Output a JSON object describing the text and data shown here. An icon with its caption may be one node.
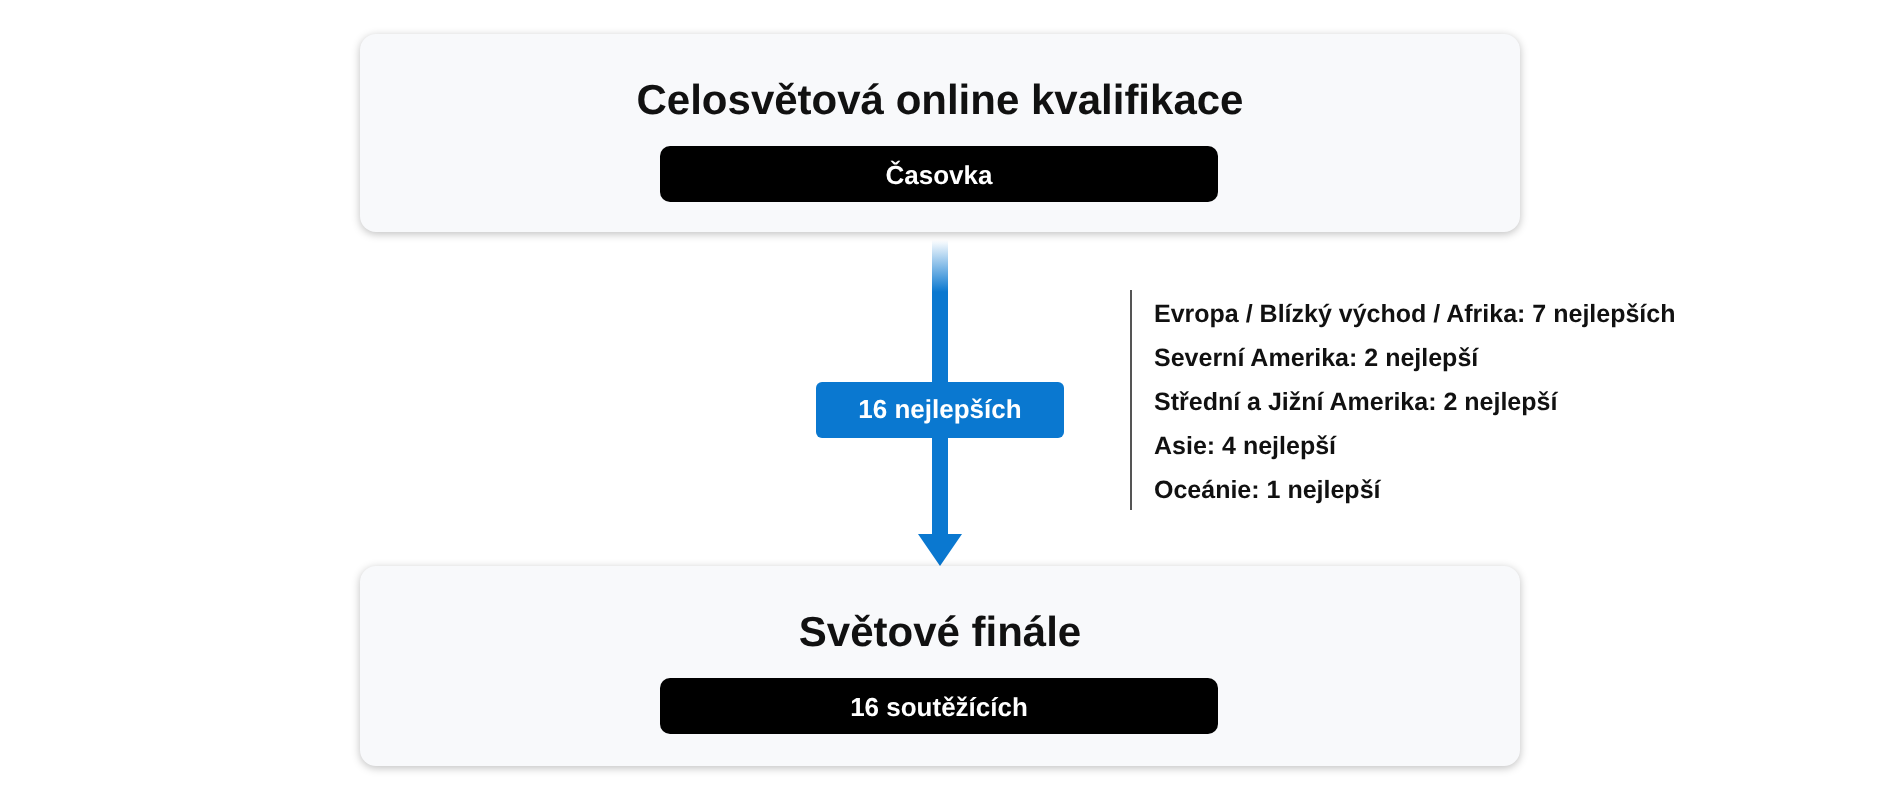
{
  "diagram": {
    "nodes": [
      {
        "text": [
          "Celosvětová online kvalifikace"
        ]
      },
      {
        "text": [
          "Časovka"
        ],
        "in": 0
      },
      {
        "text": [
          "Světové finále"
        ]
      },
      {
        "text": [
          "16 soutěžících"
        ],
        "in": 2
      }
    ],
    "edges": [
      {
        "from": 0,
        "to": 2,
        "arrow": "to",
        "label": "16 nejlepších"
      }
    ],
    "labels": [
      "Evropa / Blízký východ / Afrika: 7 nejlepších",
      "Severní Amerika: 2 nejlepší",
      "Střední a Jižní Amerika: 2 nejlepší",
      "Asie: 4 nejlepší",
      "Oceánie: 1 nejlepší"
    ]
  }
}
